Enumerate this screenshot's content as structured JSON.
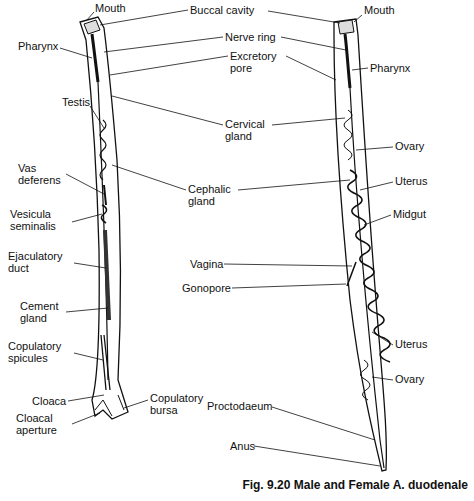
{
  "diagram": {
    "caption": "Fig. 9.20 Male and Female A. duodenale",
    "labels": [
      "Mouth",
      "Buccal cavity",
      "Mouth",
      "Pharynx",
      "Nerve ring",
      "Excretory pore",
      "Pharynx",
      "Testis",
      "Cervical gland",
      "Ovary",
      "Vas deferens",
      "Uterus",
      "Cephalic gland",
      "Midgut",
      "Vesicula seminalis",
      "Ejaculatory duct",
      "Vagina",
      "Gonopore",
      "Cement gland",
      "Copulatory spicules",
      "Uterus",
      "Cloaca",
      "Ovary",
      "Copulatory bursa",
      "Cloacal aperture",
      "Proctodaeum",
      "Anus"
    ]
  }
}
